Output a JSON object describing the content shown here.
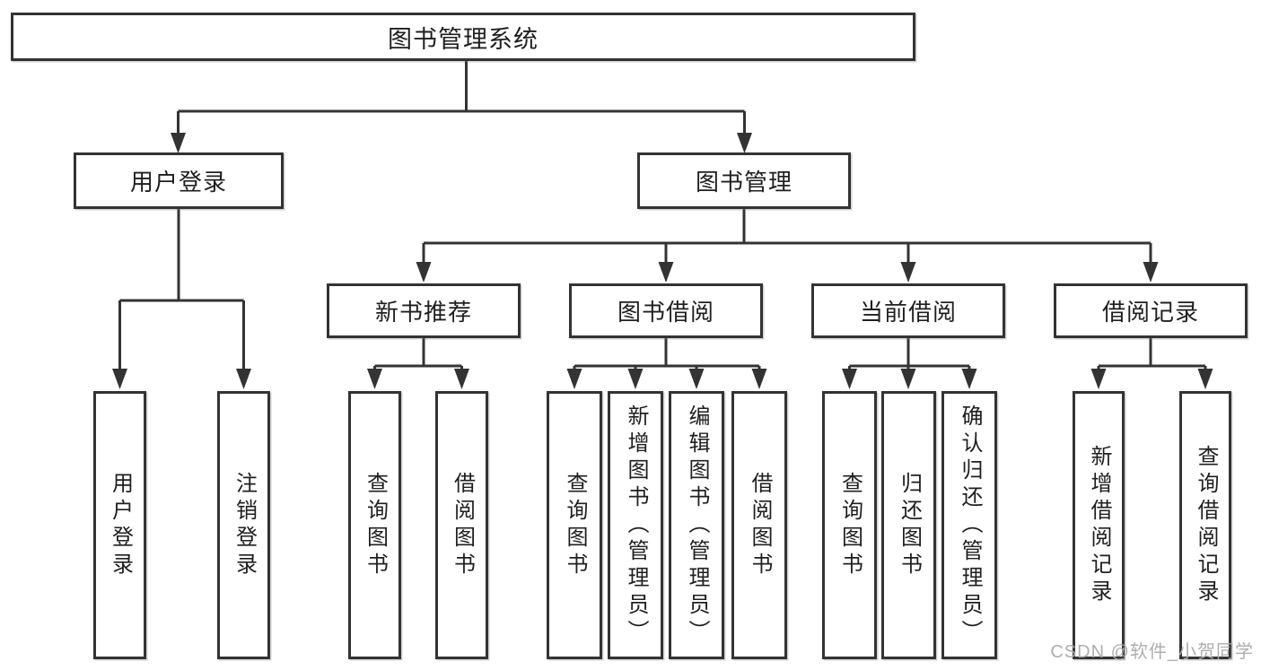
{
  "diagram_title": "图书管理系统",
  "tree": {
    "root": {
      "label": "图书管理系统",
      "children": [
        {
          "label": "用户登录",
          "children": [
            {
              "label": "用户登录"
            },
            {
              "label": "注销登录"
            }
          ]
        },
        {
          "label": "图书管理",
          "children": [
            {
              "label": "新书推荐",
              "children": [
                {
                  "label": "查询图书"
                },
                {
                  "label": "借阅图书"
                }
              ]
            },
            {
              "label": "图书借阅",
              "children": [
                {
                  "label": "查询图书"
                },
                {
                  "label": "新增图书（管理员）"
                },
                {
                  "label": "编辑图书（管理员）"
                },
                {
                  "label": "借阅图书"
                }
              ]
            },
            {
              "label": "当前借阅",
              "children": [
                {
                  "label": "查询图书"
                },
                {
                  "label": "归还图书"
                },
                {
                  "label": "确认归还（管理员）"
                }
              ]
            },
            {
              "label": "借阅记录",
              "children": [
                {
                  "label": "新增借阅记录"
                },
                {
                  "label": "查询借阅记录"
                }
              ]
            }
          ]
        }
      ]
    }
  },
  "watermark": "CSDN @软件_小贺同学",
  "colors": {
    "line": "#333333",
    "text": "#1f1f1f",
    "background": "#ffffff",
    "watermark": "#aaaaaa"
  }
}
